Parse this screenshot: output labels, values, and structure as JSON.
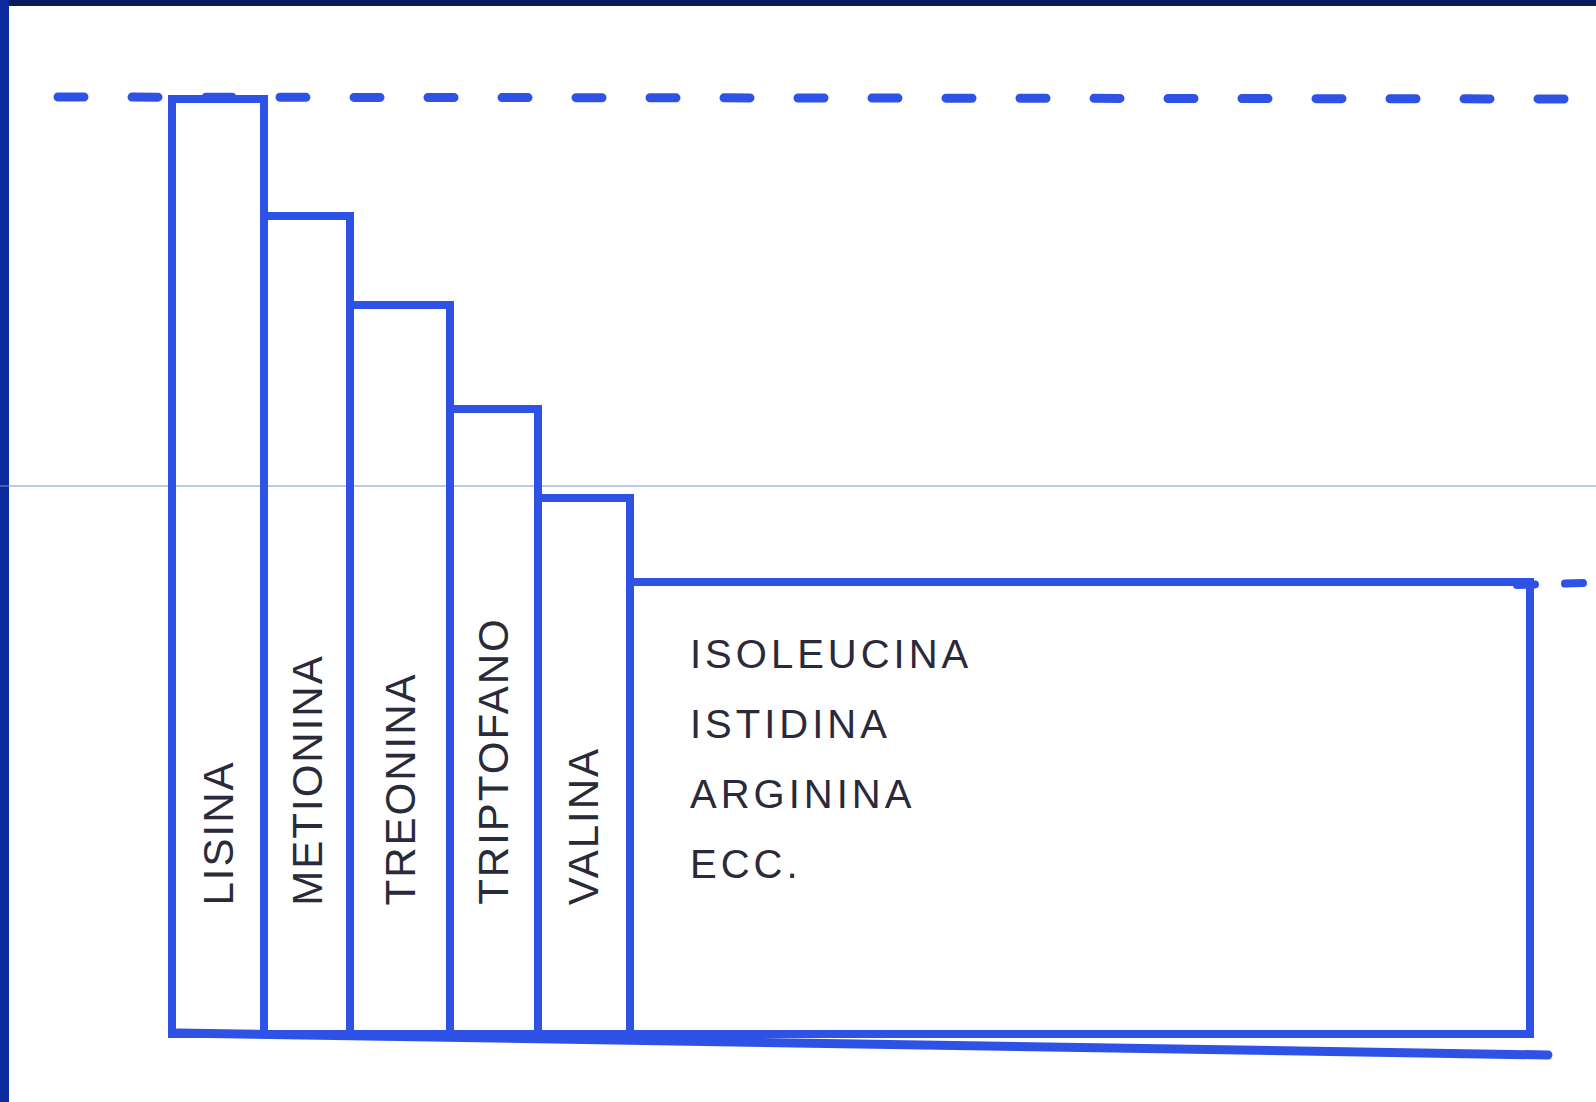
{
  "diagram": {
    "nodes": [
      {
        "text": [
          "LISINA"
        ]
      },
      {
        "text": [
          "METIONINA"
        ]
      },
      {
        "text": [
          "TREONINA"
        ]
      },
      {
        "text": [
          "TRIPTOFANO"
        ]
      },
      {
        "text": [
          "VALINA"
        ]
      },
      {
        "text": [
          "ISOLEUCINA",
          "ISTIDINA",
          "ARGININA",
          "ECC."
        ]
      }
    ]
  }
}
